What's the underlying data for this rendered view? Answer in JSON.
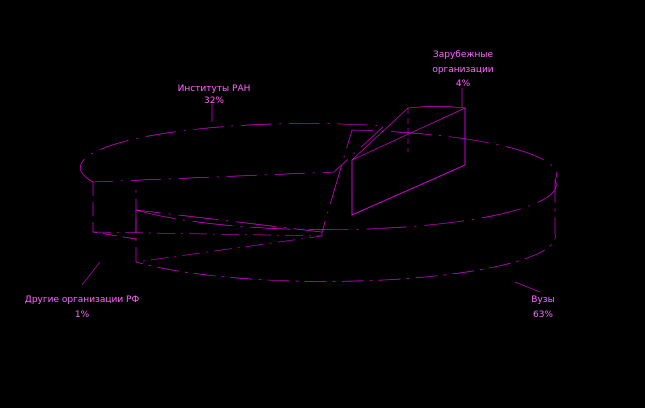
{
  "chart_data": {
    "type": "pie",
    "style": "3d-exploded",
    "colors": {
      "background": "#000000",
      "ink": "#000000",
      "accent": "#ff00ff",
      "text": "#ff66ff"
    },
    "slices": [
      {
        "name": "Институты РАН",
        "label": "Институты РАН",
        "value": 32,
        "value_label": "32%"
      },
      {
        "name": "Зарубежные организации",
        "label": "Зарубежные организации",
        "value": 4,
        "value_label": "4%"
      },
      {
        "name": "Вузы",
        "label": "Вузы",
        "value": 63,
        "value_label": "63%"
      },
      {
        "name": "Другие организации РФ",
        "label": "Другие организации РФ",
        "value": 1,
        "value_label": "1%"
      }
    ]
  }
}
